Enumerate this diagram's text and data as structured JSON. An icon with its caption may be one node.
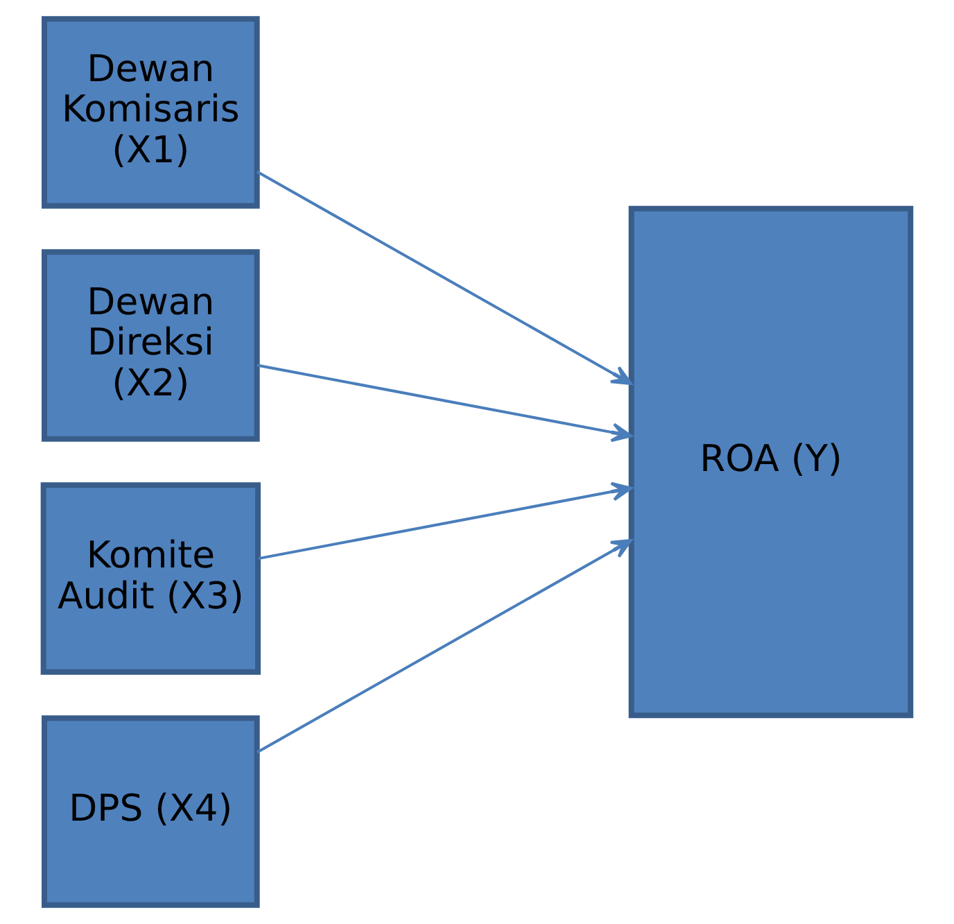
{
  "diagram": {
    "nodes": [
      {
        "text": [
          "Dewan Komisaris (X1)"
        ]
      },
      {
        "text": [
          "Dewan Direksi (X2)"
        ]
      },
      {
        "text": [
          "Komite Audit (X3)"
        ]
      },
      {
        "text": [
          "DPS (X4)"
        ]
      },
      {
        "text": [
          "ROA (Y)"
        ]
      }
    ],
    "edges": [
      {
        "from": 0,
        "to": 4,
        "arrow": "to"
      },
      {
        "from": 1,
        "to": 4,
        "arrow": "to"
      },
      {
        "from": 2,
        "to": 4,
        "arrow": "to"
      },
      {
        "from": 3,
        "to": 4,
        "arrow": "to"
      }
    ]
  }
}
